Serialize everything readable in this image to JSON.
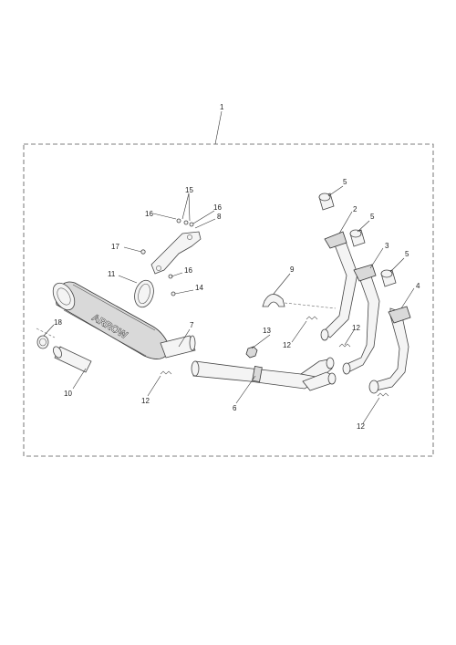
{
  "diagram": {
    "brand_on_silencer": "ARROW",
    "callouts": [
      {
        "id": "c1",
        "text": "1"
      },
      {
        "id": "c2",
        "text": "2"
      },
      {
        "id": "c3",
        "text": "3"
      },
      {
        "id": "c4",
        "text": "4"
      },
      {
        "id": "c5a",
        "text": "5"
      },
      {
        "id": "c5b",
        "text": "5"
      },
      {
        "id": "c5c",
        "text": "5"
      },
      {
        "id": "c6",
        "text": "6"
      },
      {
        "id": "c7",
        "text": "7"
      },
      {
        "id": "c8",
        "text": "8"
      },
      {
        "id": "c9",
        "text": "9"
      },
      {
        "id": "c10",
        "text": "10"
      },
      {
        "id": "c11",
        "text": "11"
      },
      {
        "id": "c12a",
        "text": "12"
      },
      {
        "id": "c12b",
        "text": "12"
      },
      {
        "id": "c12c",
        "text": "12"
      },
      {
        "id": "c12d",
        "text": "12"
      },
      {
        "id": "c13",
        "text": "13"
      },
      {
        "id": "c14",
        "text": "14"
      },
      {
        "id": "c15",
        "text": "15"
      },
      {
        "id": "c16a",
        "text": "16"
      },
      {
        "id": "c16b",
        "text": "16"
      },
      {
        "id": "c16c",
        "text": "16"
      },
      {
        "id": "c17",
        "text": "17"
      },
      {
        "id": "c18",
        "text": "18"
      }
    ]
  }
}
